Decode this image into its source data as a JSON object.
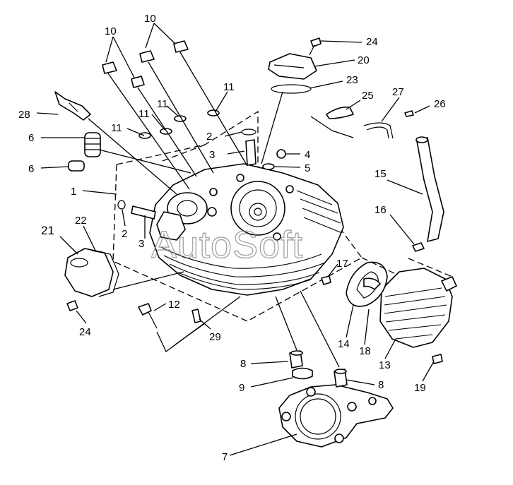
{
  "watermark": "AutoSoft",
  "callouts": {
    "c1": "1",
    "c2a": "2",
    "c2b": "2",
    "c3a": "3",
    "c3b": "3",
    "c4": "4",
    "c5": "5",
    "c6a": "6",
    "c6b": "6",
    "c7": "7",
    "c8a": "8",
    "c8b": "8",
    "c9": "9",
    "c10a": "10",
    "c10b": "10",
    "c11a": "11",
    "c11b": "11",
    "c11c": "11",
    "c11d": "11",
    "c12": "12",
    "c13": "13",
    "c14": "14",
    "c15": "15",
    "c16": "16",
    "c17": "17",
    "c18": "18",
    "c19": "19",
    "c20": "20",
    "c21": "21",
    "c22": "22",
    "c23": "23",
    "c24a": "24",
    "c24b": "24",
    "c25": "25",
    "c26": "26",
    "c27": "27",
    "c28": "28",
    "c29": "29"
  },
  "icons": {
    "part-cylinder-head": "cylinder-head",
    "part-head-cover": "side-cover",
    "part-gasket": "head-gasket",
    "part-hose": "breather-hose"
  }
}
